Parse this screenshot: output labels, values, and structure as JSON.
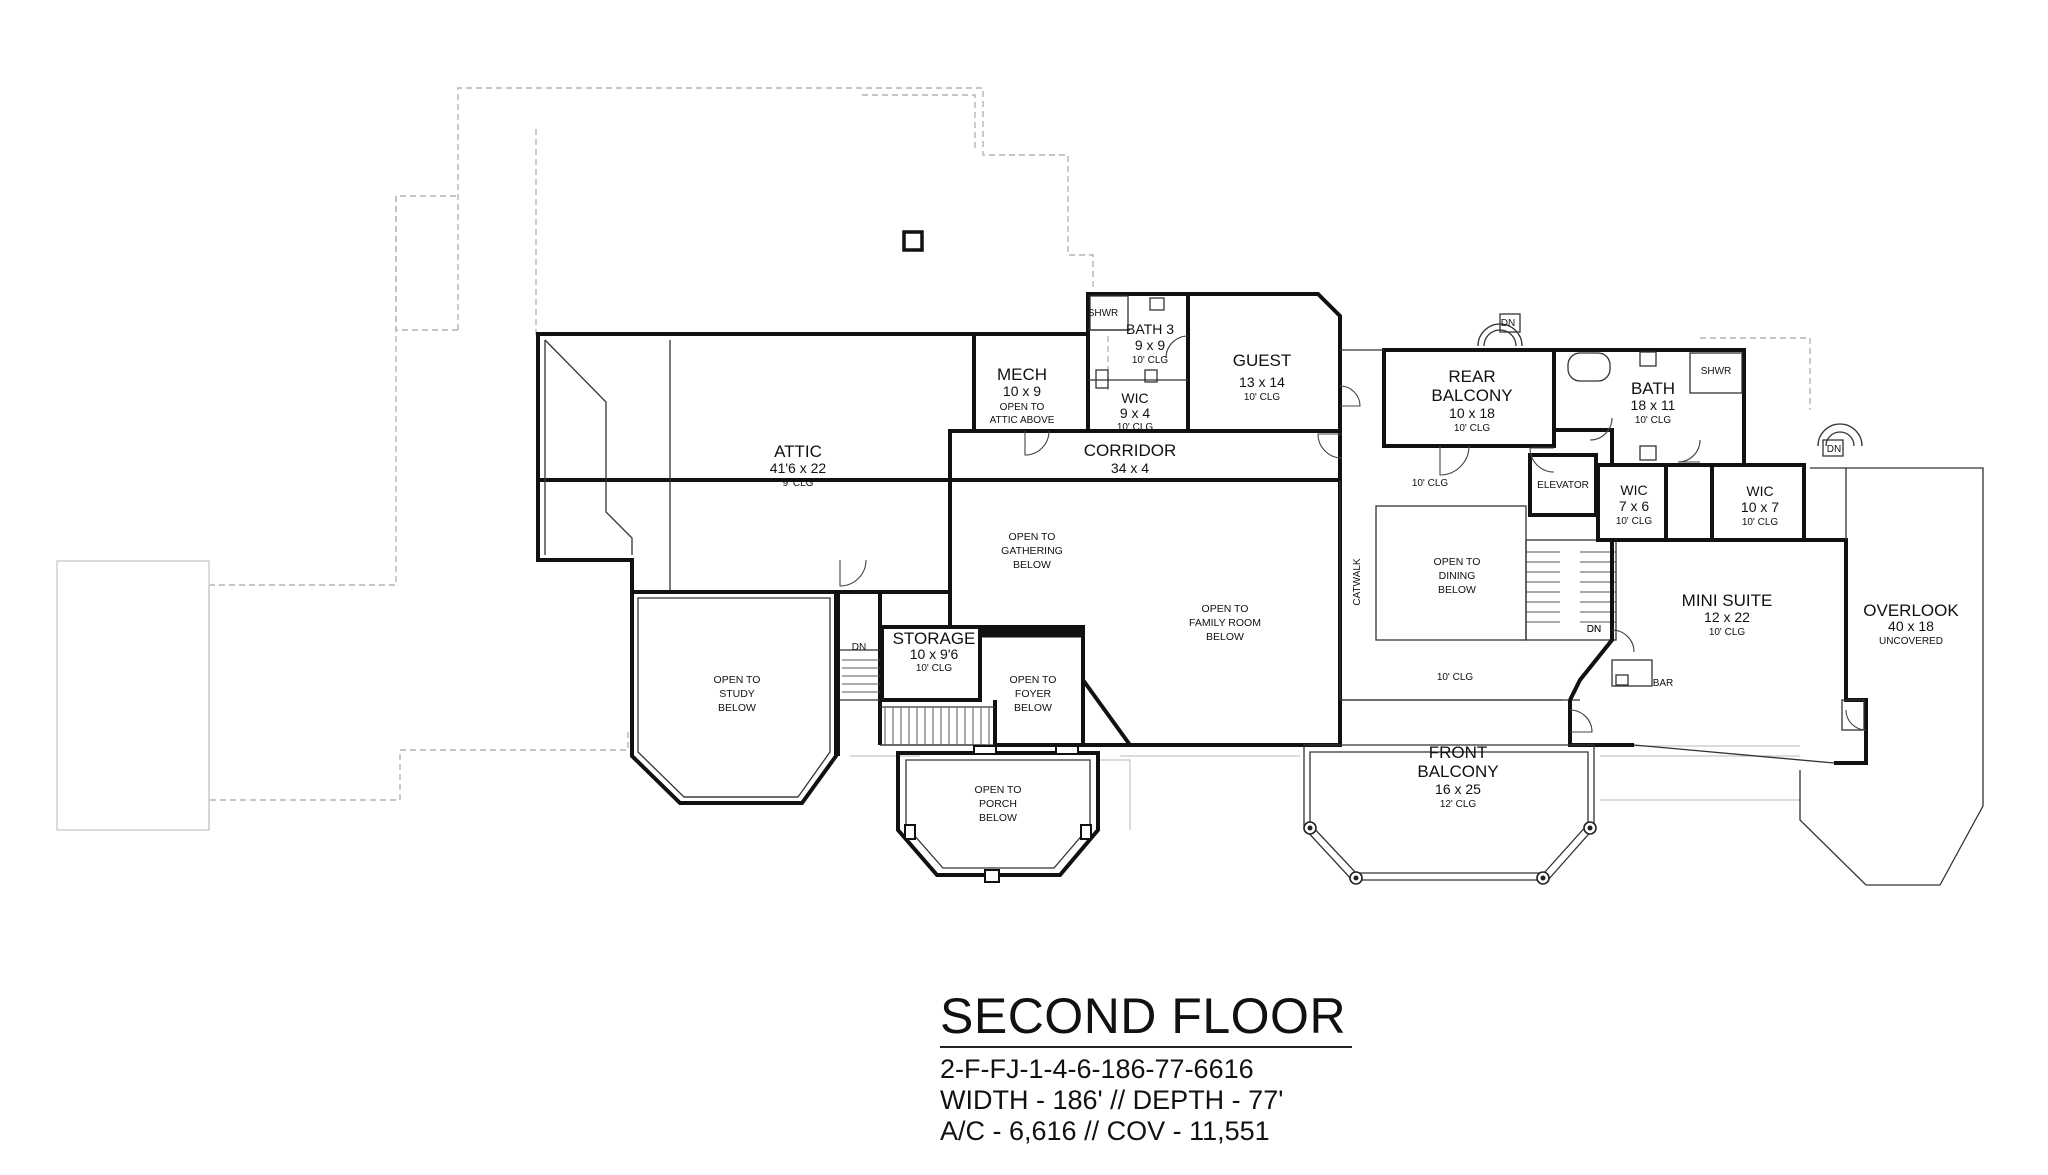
{
  "rooms": [
    {
      "id": "attic",
      "name": "ATTIC",
      "dims": "41'6 x 22",
      "clg": "9' CLG"
    },
    {
      "id": "mech",
      "name": "MECH",
      "dims": "10 x 9",
      "note1": "OPEN TO",
      "note2": "ATTIC ABOVE"
    },
    {
      "id": "bath3",
      "name": "BATH 3",
      "dims": "9 x 9",
      "clg": "10' CLG"
    },
    {
      "id": "wic-bath3",
      "name": "WIC",
      "dims": "9 x 4",
      "clg": "10' CLG"
    },
    {
      "id": "guest",
      "name": "GUEST",
      "dims": "13 x 14",
      "clg": "10' CLG"
    },
    {
      "id": "corridor",
      "name": "CORRIDOR",
      "dims": "34 x 4"
    },
    {
      "id": "rear-balcony",
      "name1": "REAR",
      "name2": "BALCONY",
      "dims": "10 x 18",
      "clg": "10' CLG"
    },
    {
      "id": "bath",
      "name": "BATH",
      "dims": "18 x 11",
      "clg": "10' CLG"
    },
    {
      "id": "wic-7x6",
      "name": "WIC",
      "dims": "7 x 6",
      "clg": "10' CLG"
    },
    {
      "id": "wic-10x7",
      "name": "WIC",
      "dims": "10 x 7",
      "clg": "10' CLG"
    },
    {
      "id": "mini-suite",
      "name": "MINI SUITE",
      "dims": "12 x 22",
      "clg": "10' CLG"
    },
    {
      "id": "overlook",
      "name": "OVERLOOK",
      "dims": "40 x 18",
      "note": "UNCOVERED"
    },
    {
      "id": "storage",
      "name": "STORAGE",
      "dims": "10 x 9'6",
      "clg": "10' CLG"
    },
    {
      "id": "front-balcony",
      "name1": "FRONT",
      "name2": "BALCONY",
      "dims": "16 x 25",
      "clg": "12' CLG"
    }
  ],
  "open_areas": {
    "gathering": [
      "OPEN TO",
      "GATHERING",
      "BELOW"
    ],
    "family_room": [
      "OPEN TO",
      "FAMILY ROOM",
      "BELOW"
    ],
    "study": [
      "OPEN TO",
      "STUDY",
      "BELOW"
    ],
    "foyer": [
      "OPEN TO",
      "FOYER",
      "BELOW"
    ],
    "porch": [
      "OPEN TO",
      "PORCH",
      "BELOW"
    ],
    "dining": [
      "OPEN TO",
      "DINING",
      "BELOW"
    ]
  },
  "small_labels": {
    "shwr": "SHWR",
    "dn": "DN",
    "elevator": "ELEVATOR",
    "catwalk": "CATWALK",
    "bar": "BAR",
    "clg_10": "10' CLG"
  },
  "title_block": {
    "title": "SECOND FLOOR",
    "plan_code": "2-F-FJ-1-4-6-186-77-6616",
    "width_depth": "WIDTH - 186' // DEPTH - 77'",
    "area": "A/C - 6,616 // COV - 11,551"
  }
}
